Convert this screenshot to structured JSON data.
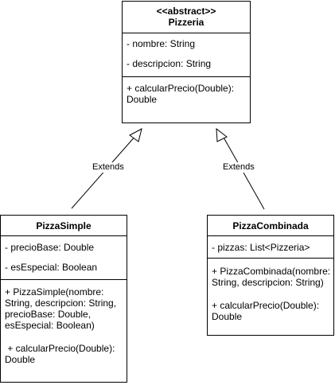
{
  "classes": {
    "pizzeria": {
      "stereotype": "<<abstract>>",
      "name": "Pizzeria",
      "attributes": [
        "- nombre: String",
        "- descripcion: String"
      ],
      "method_lines": [
        "+ calcularPrecio(Double):",
        "Double"
      ]
    },
    "pizza_simple": {
      "name": "PizzaSimple",
      "attributes": [
        "- precioBase: Double",
        "- esEspecial: Boolean"
      ],
      "method_lines": [
        "+ PizzaSimple(nombre:",
        "String, descripcion: String,",
        "precioBase: Double,",
        "esEspecial: Boolean)",
        " + calcularPrecio(Double):",
        "Double"
      ]
    },
    "pizza_combinada": {
      "name": "PizzaCombinada",
      "attributes": [
        "- pizzas: List<Pizzeria>"
      ],
      "method_lines": [
        "+ PizzaCombinada(nombre:",
        "String, descripcion: String)",
        "+ calcularPrecio(Double):",
        "Double"
      ]
    }
  },
  "relations": [
    {
      "from": "PizzaSimple",
      "to": "Pizzeria",
      "label": "Extends"
    },
    {
      "from": "PizzaCombinada",
      "to": "Pizzeria",
      "label": "Extends"
    }
  ]
}
